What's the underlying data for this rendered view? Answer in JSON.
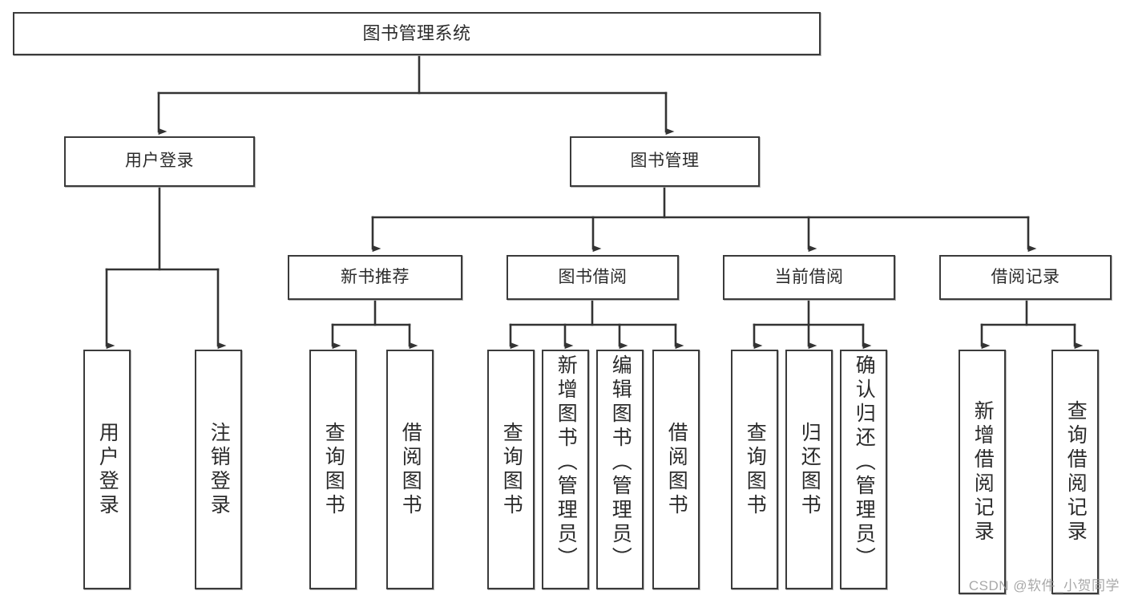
{
  "diagram": {
    "title": "图书管理系统",
    "type": "tree",
    "watermark": "CSDN @软件_小贺同学",
    "colors": {
      "background": "#ffffff",
      "border": "#3b3b3b",
      "text": "#2b2b2b",
      "connector": "#333333",
      "shadow": "#aaaaaa",
      "watermark": "#9a9a9a"
    },
    "nodes": {
      "root": {
        "label": "图书管理系统"
      },
      "level1": [
        {
          "label": "用户登录"
        },
        {
          "label": "图书管理"
        }
      ],
      "level2": [
        {
          "label": "新书推荐"
        },
        {
          "label": "图书借阅"
        },
        {
          "label": "当前借阅"
        },
        {
          "label": "借阅记录"
        }
      ],
      "leaves": {
        "user_login": [
          {
            "label": "用户登录"
          },
          {
            "label": "注销登录"
          }
        ],
        "new_book": [
          {
            "label": "查询图书"
          },
          {
            "label": "借阅图书"
          }
        ],
        "borrow": [
          {
            "label": "查询图书"
          },
          {
            "label": "新增图书（管理员）"
          },
          {
            "label": "编辑图书（管理员）"
          },
          {
            "label": "借阅图书"
          }
        ],
        "current": [
          {
            "label": "查询图书"
          },
          {
            "label": "归还图书"
          },
          {
            "label": "确认归还（管理员）"
          }
        ],
        "records": [
          {
            "label": "新增借阅记录"
          },
          {
            "label": "查询借阅记录"
          }
        ]
      }
    }
  }
}
